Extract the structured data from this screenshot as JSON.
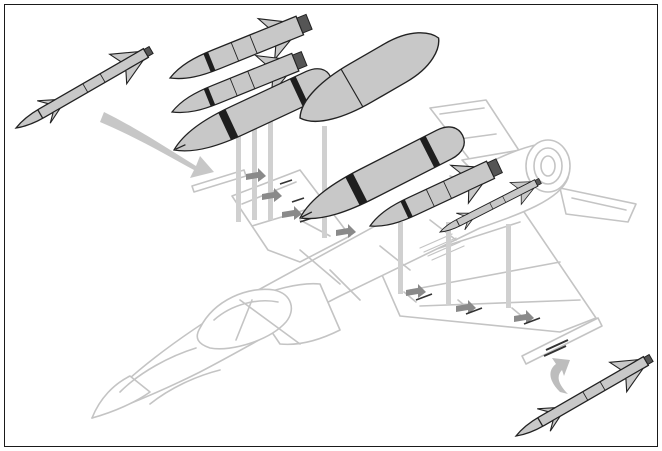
{
  "colors": {
    "frame": "#1a1a1a",
    "aircraft_line": "#c4c4c4",
    "aircraft_fill": "#ffffff",
    "store_fill": "#c8c8c8",
    "store_line": "#222222",
    "band": "#1e1e1e",
    "arrow_fill": "#bdbdbd",
    "arrow_light": "#e6e6e6"
  },
  "icons": {
    "aircraft": "jet-fighter-outline",
    "missile": "air-to-air-missile",
    "bomb": "guided-bomb",
    "tank": "external-fuel-tank",
    "arrow": "load-direction-arrow"
  }
}
